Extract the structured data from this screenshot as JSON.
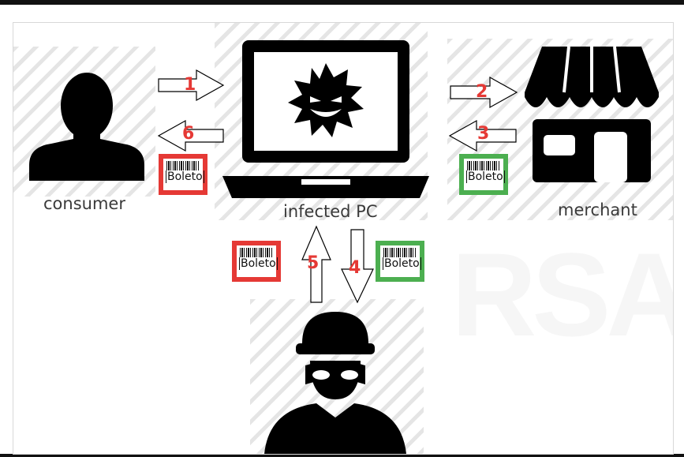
{
  "nodes": {
    "consumer": {
      "label": "consumer"
    },
    "pc": {
      "label": "infected PC"
    },
    "merchant": {
      "label": "merchant"
    }
  },
  "steps": [
    "1",
    "2",
    "3",
    "4",
    "5",
    "6"
  ],
  "boleto": {
    "text": "Boleto"
  },
  "watermark": "RSA",
  "colors": {
    "fraud": "#e53935",
    "legit": "#4caf50",
    "step_number": "#e53935",
    "icon": "#000000"
  }
}
